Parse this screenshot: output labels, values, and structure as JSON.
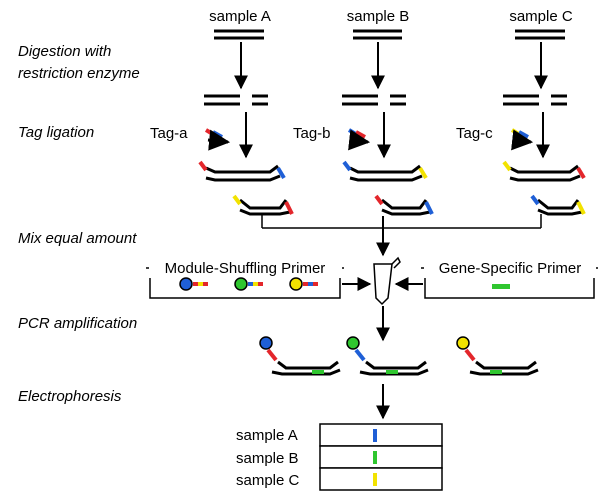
{
  "samples": [
    {
      "label": "sample A",
      "tag": "Tag-a",
      "color": "#1f5fd6"
    },
    {
      "label": "sample B",
      "tag": "Tag-b",
      "color": "#2fc62f"
    },
    {
      "label": "sample C",
      "tag": "Tag-c",
      "color": "#f2e200"
    }
  ],
  "steps": {
    "digestion_line1": "Digestion with",
    "digestion_line2": "restriction enzyme",
    "tag_ligation": "Tag ligation",
    "mix": "Mix equal amount",
    "pcr": "PCR amplification",
    "electrophoresis": "Electrophoresis"
  },
  "primers": {
    "module_shuffling": "Module-Shuffling Primer",
    "gene_specific": "Gene-Specific Primer"
  },
  "gel": {
    "lanes": [
      {
        "label": "sample A",
        "band_color": "#1f5fd6"
      },
      {
        "label": "sample B",
        "band_color": "#2fc62f"
      },
      {
        "label": "sample C",
        "band_color": "#f2e200"
      }
    ]
  },
  "colors": {
    "dna": "#000000",
    "tag_red": "#e3262b",
    "tag_blue": "#1f5fd6",
    "tag_yellow": "#f2e200",
    "primer_green": "#2fc62f"
  }
}
